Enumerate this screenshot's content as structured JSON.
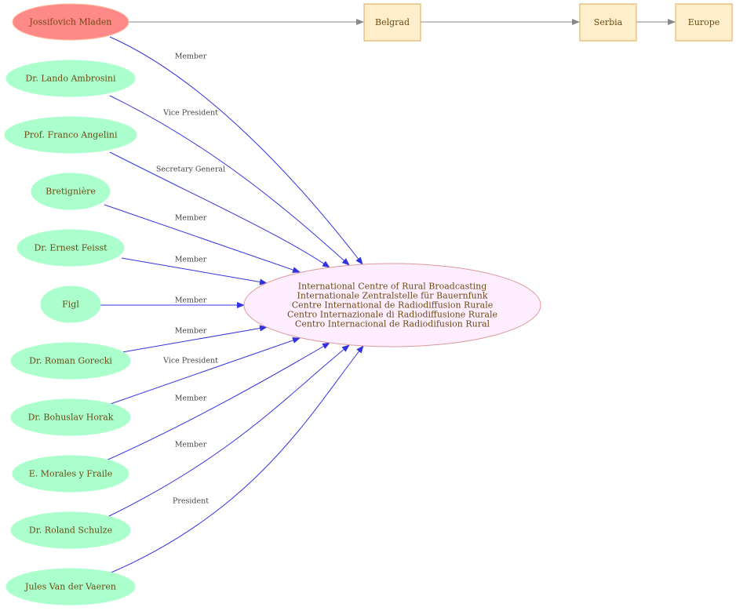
{
  "colors": {
    "person_fill": "#aaffcc",
    "person_stroke": "#aaffcc",
    "origin_fill": "#ff8888",
    "origin_stroke": "#ffbb99",
    "place_fill": "#ffeecc",
    "place_stroke": "#ddaa55",
    "center_fill": "#ffeeff",
    "center_stroke": "#dd9999",
    "role_edge": "#3333dd",
    "place_edge": "#888888",
    "text": "#6b4a12",
    "edge_text": "#444444"
  },
  "origin": {
    "label": "Jossifovich Mladen",
    "role": "Member"
  },
  "places": [
    {
      "label": "Belgrad"
    },
    {
      "label": "Serbia"
    },
    {
      "label": "Europe"
    }
  ],
  "organization": {
    "lines": [
      "International Centre of Rural Broadcasting",
      "Internationale Zentralstelle für Bauernfunk",
      "Centre International de Radiodiffusion Rurale",
      "Centro Internazionale di Radiodiffusione Rurale",
      "Centro Internacional de Radiodifusion Rural"
    ]
  },
  "people": [
    {
      "label": "Dr. Lando Ambrosini",
      "role": "Vice President"
    },
    {
      "label": "Prof. Franco Angelini",
      "role": "Secretary General"
    },
    {
      "label": "Bretignière",
      "role": "Member"
    },
    {
      "label": "Dr. Ernest Feisst",
      "role": "Member"
    },
    {
      "label": "Figl",
      "role": "Member"
    },
    {
      "label": "Dr. Roman Gorecki",
      "role": "Member"
    },
    {
      "label": "Dr. Bohuslav Horak",
      "role": "Vice President"
    },
    {
      "label": "E. Morales y Fraile",
      "role": "Member"
    },
    {
      "label": "Dr. Roland Schulze",
      "role": "Member"
    },
    {
      "label": "Jules Van der Vaeren",
      "role": "President"
    }
  ]
}
